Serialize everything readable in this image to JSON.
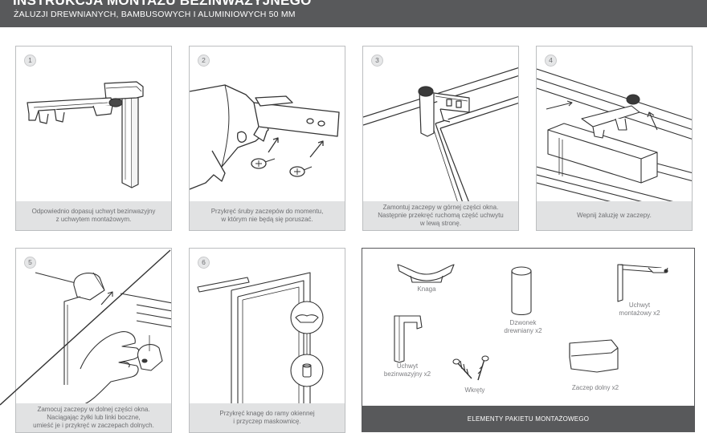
{
  "header": {
    "title": "INSTRUKCJA MONTAŻU BEZINWAZYJNEGO",
    "subtitle": "ŻALUZJI DREWNIANYCH, BAMBUSOWYCH I ALUMINIOWYCH 50 MM"
  },
  "steps": [
    {
      "number": "1",
      "caption": "Odpowiednio dopasuj uchwyt bezinwazyjny\nz uchwytem montażowym."
    },
    {
      "number": "2",
      "caption": "Przykręć śruby zaczepów do momentu,\nw którym nie będą się poruszać."
    },
    {
      "number": "3",
      "caption": "Zamontuj zaczepy w górnej części okna.\nNastępnie przekręć ruchomą część uchwytu\nw lewą stronę."
    },
    {
      "number": "4",
      "caption": "Wepnij żaluzję w zaczepy."
    },
    {
      "number": "5",
      "caption": "Zamocuj zaczepy w dolnej części okna.\nNaciągając żyłki lub linki boczne,\numieść je i przykręć w zaczepach dolnych."
    },
    {
      "number": "6",
      "caption": "Przykręć knagę do ramy okiennej\ni przyczep maskownicę."
    }
  ],
  "kit": {
    "title": "ELEMENTY PAKIETU MONTAŻOWEGO",
    "items": {
      "knaga": "Knaga",
      "dzwonek": "Dzwonek\ndrewniany x2",
      "uchwyt_montazowy": "Uchwyt\nmontażowy x2",
      "uchwyt_bezinwazyjny": "Uchwyt\nbezinwazyjny x2",
      "wkrety": "Wkręty",
      "zaczep_dolny": "Zaczep dolny x2"
    }
  },
  "colors": {
    "header_bg": "#58595b",
    "caption_bg": "#e1e2e3",
    "line": "#3a3a3a",
    "border": "#bcbec0"
  }
}
